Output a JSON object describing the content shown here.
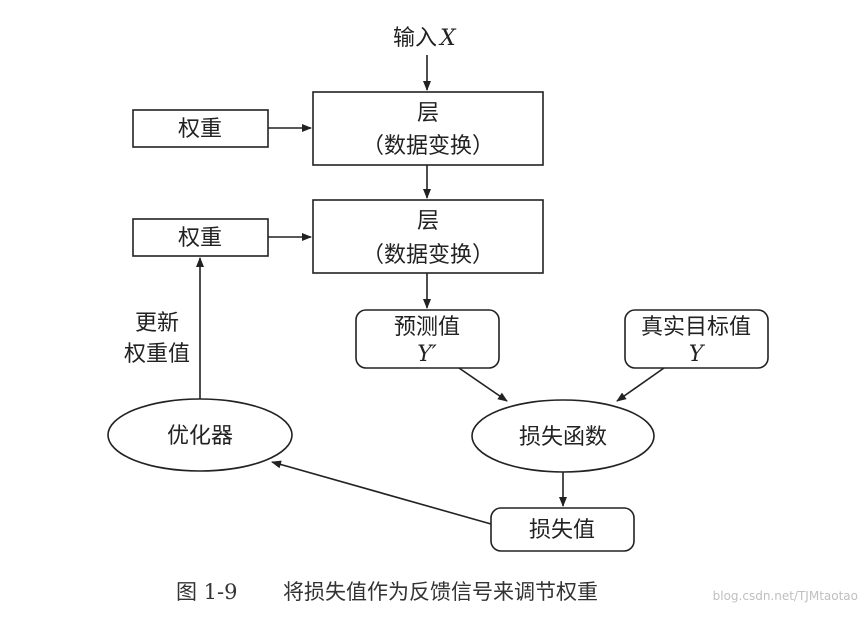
{
  "diagram": {
    "input_label": "输入",
    "input_var": "X",
    "weights_top": "权重",
    "weights_bottom": "权重",
    "layer1_title": "层",
    "layer1_subtitle": "（数据变换）",
    "layer2_title": "层",
    "layer2_subtitle": "（数据变换）",
    "prediction_label": "预测值",
    "prediction_var": "Y′",
    "target_label": "真实目标值",
    "target_var": "Y",
    "update_label_line1": "更新",
    "update_label_line2": "权重值",
    "optimizer_label": "优化器",
    "loss_function_label": "损失函数",
    "loss_value_label": "损失值"
  },
  "caption": {
    "figure_number": "图 1-9",
    "text": "将损失值作为反馈信号来调节权重"
  },
  "watermark": "blog.csdn.net/TJMtaotao"
}
